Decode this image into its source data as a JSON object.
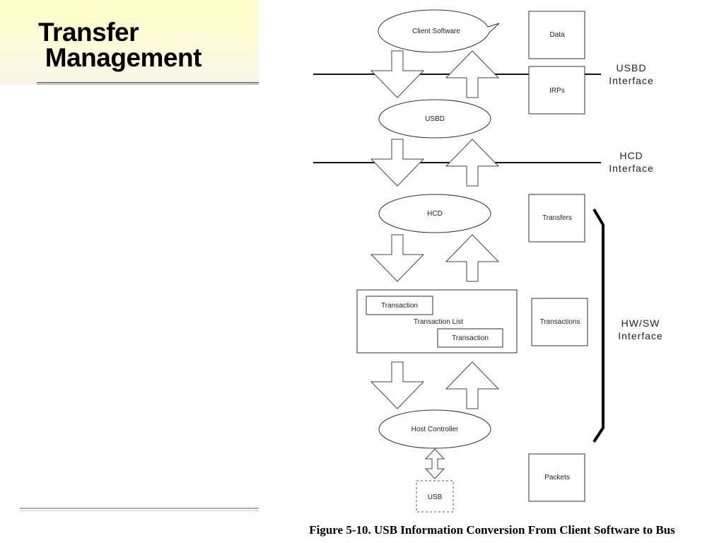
{
  "slide": {
    "title_line1": "Transfer",
    "title_line2": " Management"
  },
  "diagram": {
    "nodes": {
      "client_software": "Client Software",
      "usbd": "USBD",
      "hcd": "HCD",
      "transaction_list": "Transaction List",
      "transaction_1": "Transaction",
      "transaction_2": "Transaction",
      "host_controller": "Host Controller",
      "usb": "USB"
    },
    "data_forms": {
      "data": "Data",
      "irps": "IRPs",
      "transfers": "Transfers",
      "transactions": "Transactions",
      "packets": "Packets"
    },
    "interfaces": {
      "usbd_line1": "USBD",
      "usbd_line2": "Interface",
      "hcd_line1": "HCD",
      "hcd_line2": "Interface",
      "hwsw_line1": "HW/SW",
      "hwsw_line2": "Interface"
    },
    "caption": "Figure 5-10.  USB Information Conversion From Client Software to Bus"
  }
}
